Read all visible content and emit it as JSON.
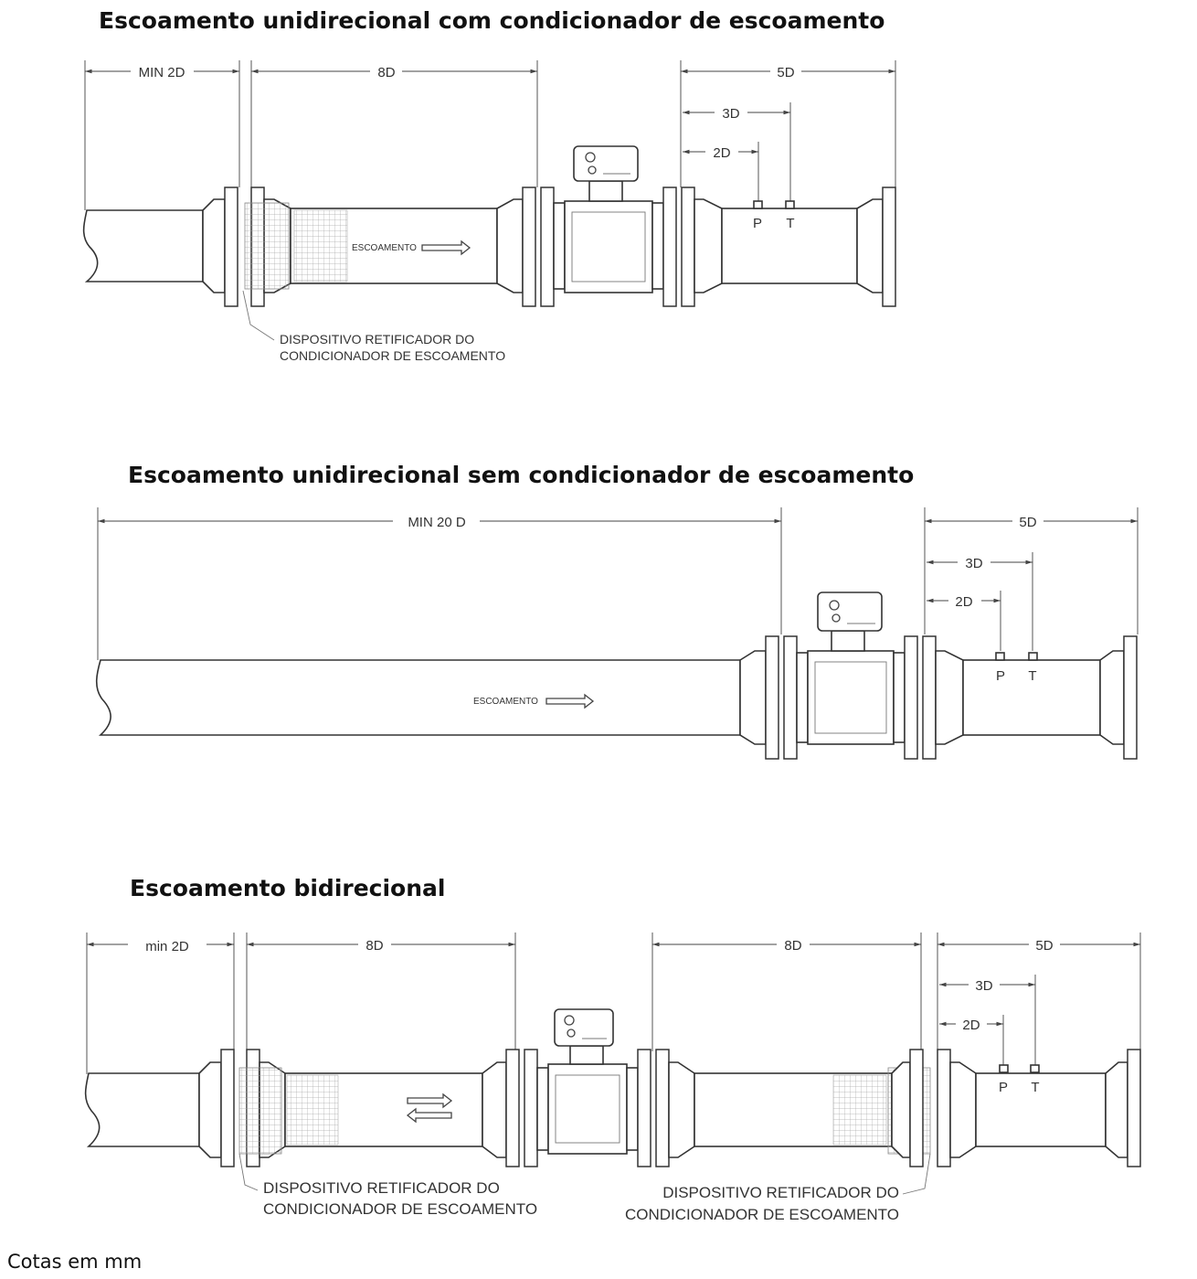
{
  "titles": {
    "diagram1": "Escoamento unidirecional com condicionador de escoamento",
    "diagram2": "Escoamento unidirecional sem condicionador de escoamento",
    "diagram3": "Escoamento bidirecional"
  },
  "diagram1": {
    "dims": {
      "upstream": "MIN 2D",
      "conditioner": "8D",
      "downstream": "5D",
      "t_tap": "3D",
      "p_tap": "2D"
    },
    "flow_label": "ESCOAMENTO",
    "taps": {
      "p": "P",
      "t": "T"
    },
    "note": [
      "DISPOSITIVO RETIFICADOR DO",
      "CONDICIONADOR DE ESCOAMENTO"
    ]
  },
  "diagram2": {
    "dims": {
      "upstream": "MIN 20 D",
      "downstream": "5D",
      "t_tap": "3D",
      "p_tap": "2D"
    },
    "flow_label": "ESCOAMENTO",
    "taps": {
      "p": "P",
      "t": "T"
    }
  },
  "diagram3": {
    "dims": {
      "upstream": "min 2D",
      "left_8d": "8D",
      "right_8d": "8D",
      "downstream": "5D",
      "t_tap": "3D",
      "p_tap": "2D"
    },
    "taps": {
      "p": "P",
      "t": "T"
    },
    "note_left": [
      "DISPOSITIVO RETIFICADOR DO",
      "CONDICIONADOR DE ESCOAMENTO"
    ],
    "note_right": [
      "DISPOSITIVO RETIFICADOR DO",
      "CONDICIONADOR DE ESCOAMENTO"
    ]
  },
  "footer": "Cotas em mm"
}
